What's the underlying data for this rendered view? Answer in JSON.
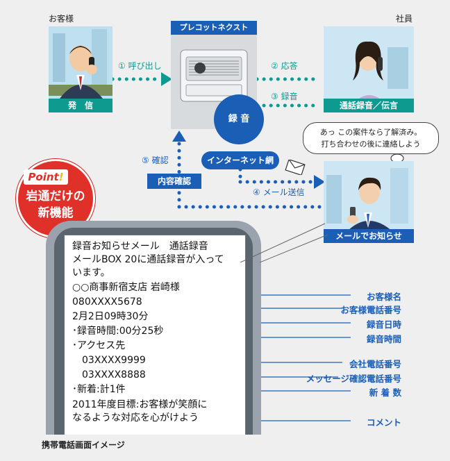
{
  "flow": {
    "customer_label": "お客様",
    "employee_label": "社員",
    "device_label": "プレコットネクスト",
    "send_label": "発　信",
    "record_label": "通話録音／伝言",
    "mail_notice_label": "メールでお知らせ",
    "recording_circle": "録 音",
    "internet_label": "インターネット網",
    "confirm_box": "内容確認",
    "step1": "① 呼び出し",
    "step2": "② 応答",
    "step3": "③ 録音",
    "step4": "④ メール送信",
    "step5": "⑤ 確認",
    "bubble_line1": "あっ この案件なら了解済み。",
    "bubble_line2": "打ち合わせの後に連絡しよう"
  },
  "point": {
    "title": "Point",
    "mark": "!",
    "line1": "岩通だけの",
    "line2": "新機能"
  },
  "phone_screen": {
    "lines": [
      "録音お知らせメール　通話録音",
      "メールBOX 20に通話録音が入って",
      "います。",
      "○○商事新宿支店 岩崎様",
      "080XXXX5678",
      "2月2日09時30分",
      "･録音時間:00分25秒",
      "･アクセス先",
      "　03XXXX9999",
      "　03XXXX8888",
      "･新着:計1件",
      "2011年度目標:お客様が笑顔に",
      "なるような対応を心がけよう"
    ]
  },
  "field_labels": {
    "customer_name": "お客様名",
    "customer_phone": "お客様電話番号",
    "record_datetime": "録音日時",
    "record_duration": "録音時間",
    "company_phone": "会社電話番号",
    "message_phone": "メッセージ確認電話番号",
    "new_count": "新 着 数",
    "comment": "コメント"
  },
  "caption": "携帯電話画面イメージ",
  "colors": {
    "teal": "#0f9a90",
    "blue": "#1a5fb5",
    "red": "#e0302a",
    "background": "#efefef"
  }
}
